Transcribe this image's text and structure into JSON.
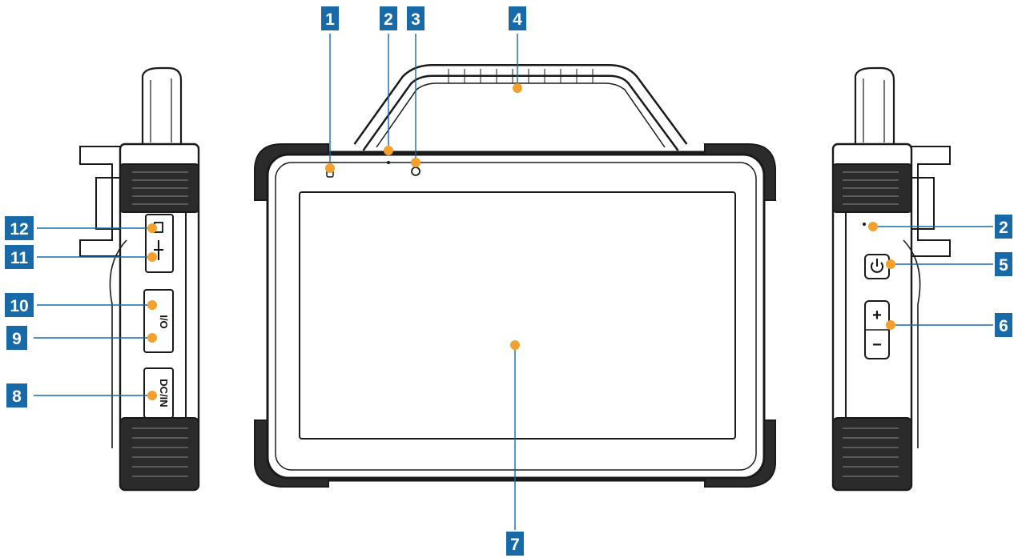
{
  "colors": {
    "callout_box": "#1769a8",
    "callout_line": "#1769a8",
    "callout_dot": "#f2a02e",
    "device_outline": "#1a1a1a",
    "bumper_fill": "#2b2b2b",
    "background": "#ffffff"
  },
  "callouts": [
    {
      "id": "1",
      "label": "1"
    },
    {
      "id": "2",
      "label": "2"
    },
    {
      "id": "3",
      "label": "3"
    },
    {
      "id": "4",
      "label": "4"
    },
    {
      "id": "2b",
      "label": "2"
    },
    {
      "id": "5",
      "label": "5"
    },
    {
      "id": "6",
      "label": "6"
    },
    {
      "id": "7",
      "label": "7"
    },
    {
      "id": "8",
      "label": "8"
    },
    {
      "id": "9",
      "label": "9"
    },
    {
      "id": "10",
      "label": "10"
    },
    {
      "id": "11",
      "label": "11"
    },
    {
      "id": "12",
      "label": "12"
    }
  ],
  "port_labels": {
    "io": "I/O",
    "dc_in": "DC/IN",
    "plus": "+",
    "minus": "−"
  },
  "icons": {
    "power": "power-icon",
    "sd_card": "sd-card-icon",
    "usb": "usb-icon"
  }
}
